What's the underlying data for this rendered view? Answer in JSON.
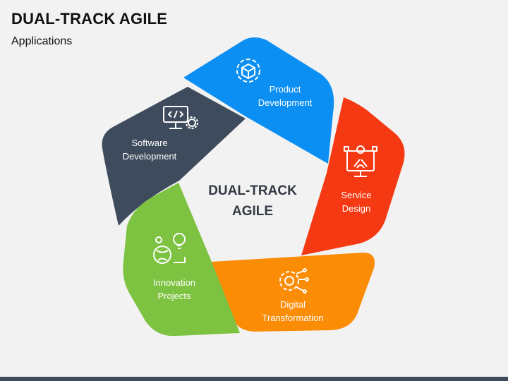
{
  "title": "DUAL-TRACK AGILE",
  "subtitle": "Applications",
  "center": {
    "line1": "DUAL-TRACK",
    "line2": "AGILE"
  },
  "segments": [
    {
      "id": "product",
      "line1": "Product",
      "line2": "Development",
      "color": "#0c8ff2",
      "icon": "cube-gear-icon"
    },
    {
      "id": "service",
      "line1": "Service",
      "line2": "Design",
      "color": "#f53a13",
      "icon": "design-tools-icon"
    },
    {
      "id": "digital",
      "line1": "Digital",
      "line2": "Transformation",
      "color": "#fb8c06",
      "icon": "digital-chip-icon"
    },
    {
      "id": "innovation",
      "line1": "Innovation",
      "line2": "Projects",
      "color": "#7dc241",
      "icon": "globe-bulb-icon"
    },
    {
      "id": "software",
      "line1": "Software",
      "line2": "Development",
      "color": "#3d4b5d",
      "icon": "monitor-code-icon"
    }
  ]
}
